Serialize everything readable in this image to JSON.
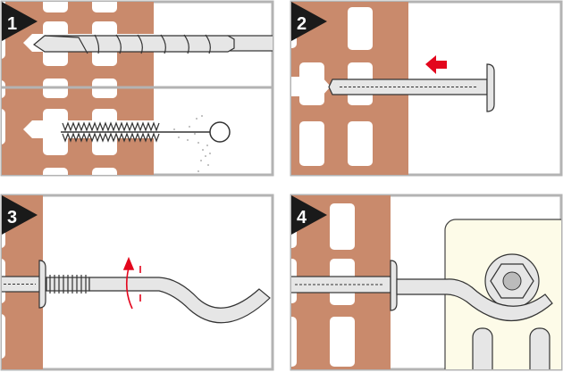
{
  "steps": [
    {
      "number": "1",
      "caption": ""
    },
    {
      "number": "2"
    },
    {
      "number": "3"
    },
    {
      "number": "4"
    }
  ],
  "colors": {
    "brick": "#c98a6c",
    "frame": "#b3b3b3",
    "arrow": "#e3061d",
    "radiator": "#fdfbe8",
    "badge": "#1a1a1a"
  }
}
